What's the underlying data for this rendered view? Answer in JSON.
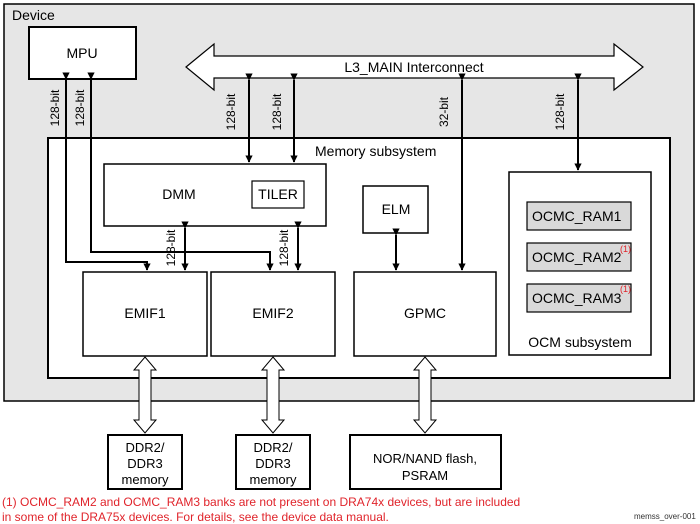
{
  "device": {
    "label": "Device"
  },
  "mpu": {
    "label": "MPU"
  },
  "interconnect": {
    "label": "L3_MAIN Interconnect"
  },
  "memory_subsystem": {
    "label": "Memory subsystem"
  },
  "dmm": {
    "label": "DMM",
    "tiler": "TILER"
  },
  "elm": {
    "label": "ELM"
  },
  "emif1": {
    "label": "EMIF1"
  },
  "emif2": {
    "label": "EMIF2"
  },
  "gpmc": {
    "label": "GPMC"
  },
  "ocm": {
    "label": "OCM subsystem",
    "rams": [
      {
        "name": "OCMC_RAM1",
        "note": ""
      },
      {
        "name": "OCMC_RAM2",
        "note": "(1)"
      },
      {
        "name": "OCMC_RAM3",
        "note": "(1)"
      }
    ]
  },
  "bus_widths": {
    "mpu_left": "128-bit",
    "mpu_right": "128-bit",
    "l3_dmm_left": "128-bit",
    "l3_dmm_right": "128-bit",
    "l3_gpmc": "32-bit",
    "l3_ocm": "128-bit",
    "dmm_emif1": "128-bit",
    "dmm_emif2": "128-bit"
  },
  "external": {
    "mem1": [
      "DDR2/",
      "DDR3",
      "memory"
    ],
    "mem2": [
      "DDR2/",
      "DDR3",
      "memory"
    ],
    "flash": [
      "NOR/NAND  flash,",
      "PSRAM"
    ]
  },
  "footnote": {
    "line1": "(1) OCMC_RAM2 and OCMC_RAM3 banks are not present on DRA74x devices, but are included",
    "line2": "in some of the DRA75x devices. For details, see the device data manual."
  },
  "figure_id": "memss_over-001",
  "colors": {
    "device_fill": "#e6e6e6",
    "box_border": "#000000",
    "ram_fill": "#d9d9d9",
    "footnote": "#e0242b"
  }
}
